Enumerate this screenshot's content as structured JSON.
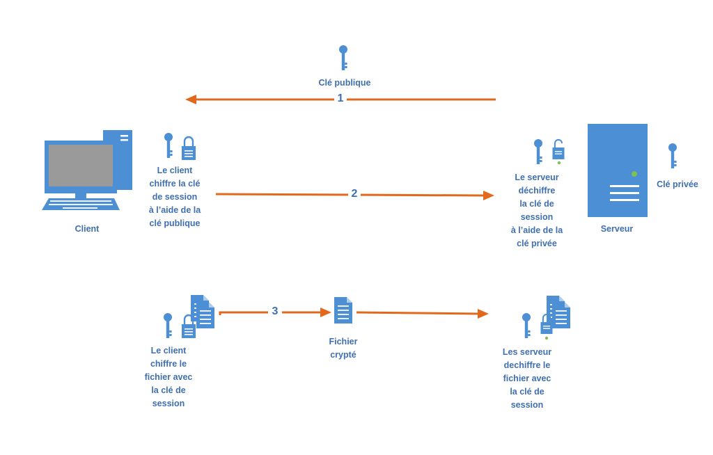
{
  "colors": {
    "blue": "#4d8fd4",
    "text": "#3f6faf",
    "arrow": "#e2681c",
    "green": "#7ec150",
    "gray": "#9a9a9a"
  },
  "icons": [
    "computer-icon",
    "server-icon",
    "key-icon",
    "padlock-icon",
    "document-icon"
  ],
  "labels": {
    "public_key": "Clé publique",
    "client": "Client",
    "client_encrypts_key": "Le client\nchiffre la clé\nde session\nà l’aide de la\nclé publique",
    "server_decrypts_key": "Le serveur\ndéchiffre\nla clé de\nsession\nà l’aide de la\nclé privée",
    "server": "Serveur",
    "private_key": "Clé privée",
    "client_encrypts_file": "Le client\nchiffre le\nfichier avec\nla clé de\nsession",
    "encrypted_file": "Fichier\ncrypté",
    "server_decrypts_file": "Les serveur\ndechiffre le\nfichier avec\nla clé de\nsession"
  },
  "steps": {
    "step1": "1",
    "step2": "2",
    "step3": "3"
  }
}
